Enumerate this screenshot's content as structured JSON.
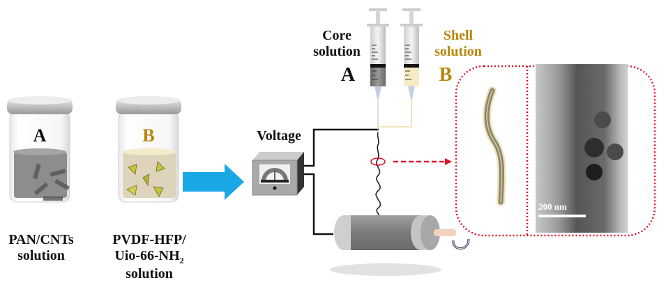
{
  "vials": [
    {
      "letter": "A",
      "caption_line1": "PAN/CNTs",
      "caption_line2": "solution",
      "caption_line3": ""
    },
    {
      "letter": "B",
      "caption_line1": "PVDF-HFP/",
      "caption_line2": "Uio-66-NH",
      "caption_sub": "2",
      "caption_line3": "solution"
    }
  ],
  "syringes": {
    "core": {
      "title_line1": "Core",
      "title_line2": "solution",
      "letter": "A"
    },
    "shell": {
      "title_line1": "Shell",
      "title_line2": "solution",
      "letter": "B"
    }
  },
  "voltage_label": "Voltage",
  "tem": {
    "scale_bar": "200 nm"
  },
  "colors": {
    "arrow": "#1aa7e6",
    "shell_text": "#b8860b",
    "dotted_frame": "#e0102a",
    "core_fluid": "#8a8a8a",
    "shell_fluid": "#f3e6c2"
  }
}
